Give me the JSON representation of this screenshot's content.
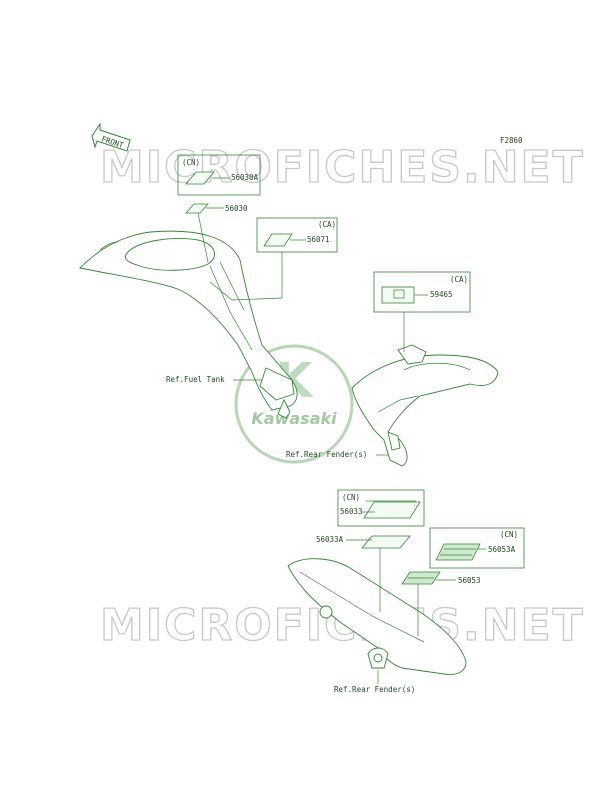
{
  "figure_id": "F2860",
  "front_label": "FRONT",
  "watermark": "MICROFICHES.NET",
  "brand_logo": "Kawasaki",
  "callouts": {
    "cn_56030A": "(CN)",
    "p_56030A": "56030A",
    "p_56030": "56030",
    "ca_56071": "(CA)",
    "p_56071": "56071",
    "ca_59465": "(CA)",
    "p_59465": "59465",
    "ref_fuel_tank": "Ref.Fuel Tank",
    "ref_rear_fender_1": "Ref.Rear Fender(s)",
    "cn_56033": "(CN)",
    "p_56033": "56033",
    "p_56033A": "56033A",
    "cn_56053A": "(CN)",
    "p_56053A": "56053A",
    "p_56053": "56053",
    "ref_rear_fender_2": "Ref.Rear Fender(s)"
  },
  "colors": {
    "line": "#2f8a2f",
    "text": "#1f4d1f",
    "watermark": "#c8c8c8"
  }
}
